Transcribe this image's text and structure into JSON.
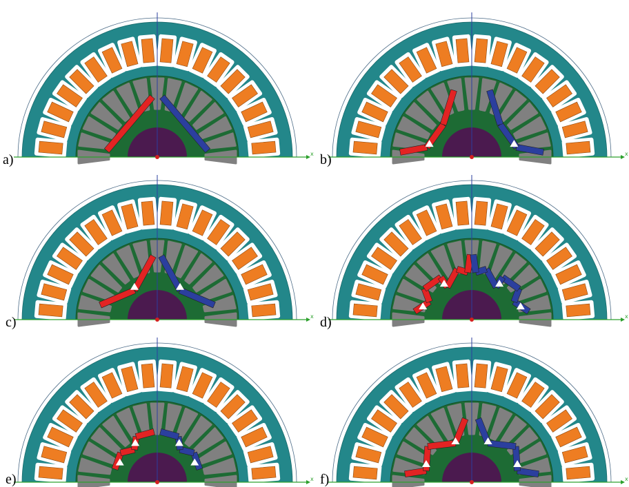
{
  "figure": {
    "panels": [
      {
        "label": "a)",
        "variant": "straight"
      },
      {
        "label": "b)",
        "variant": "bent-single"
      },
      {
        "label": "c)",
        "variant": "bent-single-long"
      },
      {
        "label": "d)",
        "variant": "zigzag-multi"
      },
      {
        "label": "e)",
        "variant": "stepped-multi"
      },
      {
        "label": "f)",
        "variant": "stepped-large"
      }
    ],
    "axis_letter": "x",
    "stator_slot_count": 18,
    "rotor_pole_count": 14,
    "colors": {
      "stator": "#23878a",
      "slot_insulation": "#ffffff",
      "winding": "#ee7d22",
      "rotor": "#1d6b34",
      "rotor_tooth": "#808080",
      "shaft": "#4b1a4f",
      "magnet_left": "#e32323",
      "magnet_right": "#2b3f9e",
      "axis_line": "#2b3f9e",
      "x_axis_arrow": "#2ca02c",
      "origin_marker": "#d42020"
    }
  }
}
